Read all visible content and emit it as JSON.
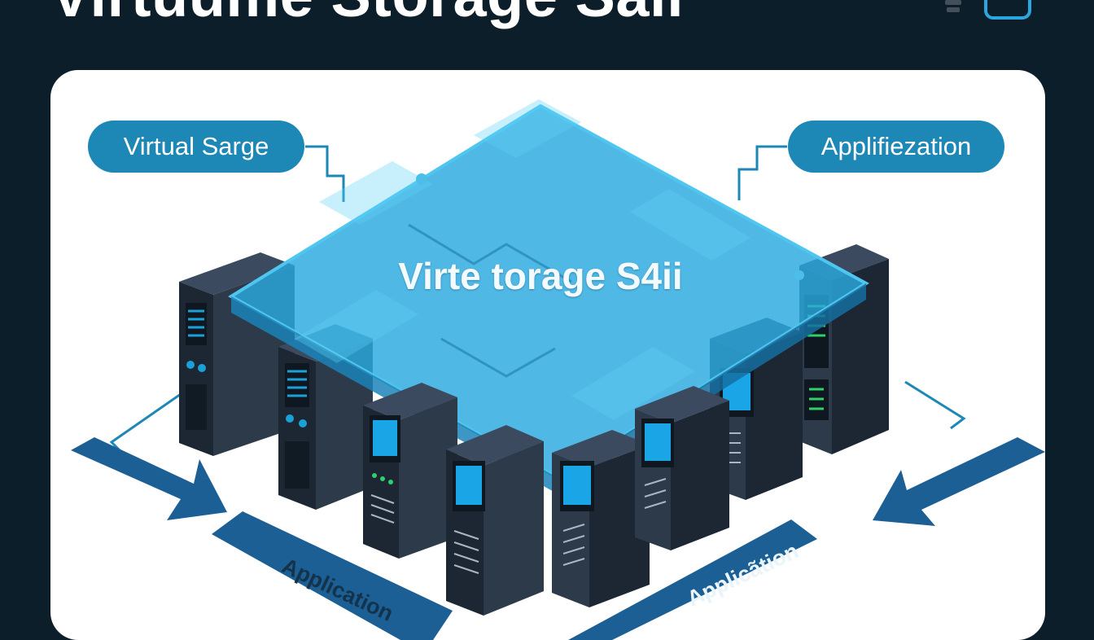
{
  "page": {
    "title": "Virtuume Storage Sail"
  },
  "diagram": {
    "pills": [
      {
        "id": "top-left",
        "label": "Virtual Sarge"
      },
      {
        "id": "top-right",
        "label": "Applifiezation"
      }
    ],
    "center_label": "Virte torage S4ii",
    "flow_labels": [
      {
        "id": "left",
        "label": "Application"
      },
      {
        "id": "right",
        "label": "Applicãtion"
      }
    ]
  },
  "colors": {
    "background": "#0d1e2b",
    "panel": "#ffffff",
    "accent": "#1d87b6",
    "arrow": "#1b5f94",
    "glass": "#2aa8de",
    "server": "#2d3a4a",
    "screen": "#19a5e6",
    "indicator": "#2fcf6a"
  }
}
